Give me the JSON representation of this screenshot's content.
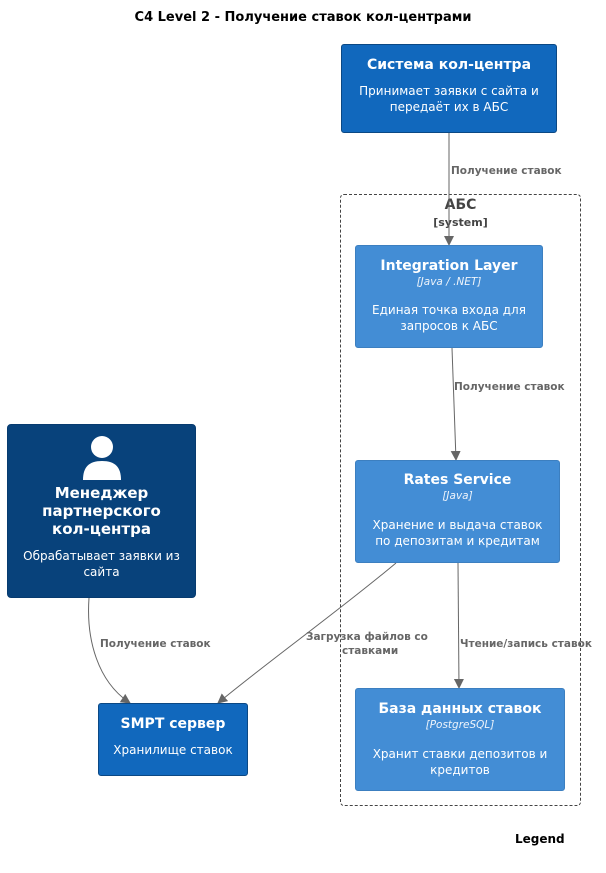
{
  "title": "C4 Level 2 - Получение ставок кол-центрами",
  "boundary": {
    "name": "АБС",
    "type": "[system]"
  },
  "nodes": {
    "callcenter_system": {
      "name": "Система кол-центра",
      "desc_lines": [
        "Принимает заявки с сайта и",
        "передаёт их в АБС"
      ]
    },
    "integration_layer": {
      "name": "Integration Layer",
      "tech": "[Java / .NET]",
      "desc_lines": [
        "Единая точка входа для",
        "запросов к АБС"
      ]
    },
    "rates_service": {
      "name": "Rates Service",
      "tech": "[Java]",
      "desc_lines": [
        "Хранение и выдача ставок",
        "по депозитам и кредитам"
      ]
    },
    "rates_db": {
      "name": "База данных ставок",
      "tech": "[PostgreSQL]",
      "desc_lines": [
        "Хранит ставки депозитов и",
        "кредитов"
      ]
    },
    "manager": {
      "name_lines": [
        "Менеджер",
        "партнерского",
        "кол-центра"
      ],
      "desc_lines": [
        "Обрабатывает заявки из",
        "сайта"
      ]
    },
    "smpt_server": {
      "name": "SMPT сервер",
      "desc_lines": [
        "Хранилище ставок"
      ]
    }
  },
  "relations": {
    "callcenter_to_integration": "Получение ставок",
    "integration_to_rates": "Получение ставок",
    "manager_to_smpt": "Получение ставок",
    "rates_to_smpt": [
      "Загрузка файлов со",
      "ставками"
    ],
    "rates_to_db": "Чтение/запись ставок"
  },
  "legend": "Legend",
  "colors": {
    "system": "#1168bd",
    "container": "#438dd5",
    "person": "#08427b",
    "arrow": "#666666"
  },
  "icons": {
    "person": "person-icon"
  }
}
